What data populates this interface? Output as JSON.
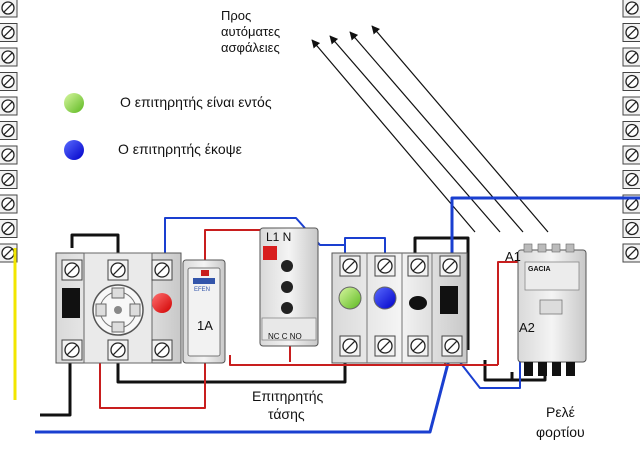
{
  "labels": {
    "breakers_line1": "Προς",
    "breakers_line2": "αυτόματες",
    "breakers_line3": "ασφάλειες",
    "legend_on": "Ο επιτηρητής είναι εντός",
    "legend_off": "Ο επιτηρητής  έκοψε",
    "monitor_line1": "Επιτηρητής",
    "monitor_line2": "τάσης",
    "relay_line1": "Ρελέ",
    "relay_line2": "φορτίου"
  },
  "devices": {
    "fuse_rating": "1A",
    "monitor_top": "L1  N",
    "monitor_bottom": "NC  C  NO",
    "contactor_a1": "A1",
    "contactor_a2": "A2",
    "contactor_brand": "GACIA",
    "fuse_brand": "EFEN"
  },
  "colors": {
    "indicator_on": "#8fdc3a",
    "indicator_off": "#0000ee",
    "indicator_red": "#ee1111",
    "wire_blue": "#1a3fd0",
    "wire_red": "#c81e1e",
    "wire_black": "#111111",
    "wire_yellow": "#f2e600"
  }
}
